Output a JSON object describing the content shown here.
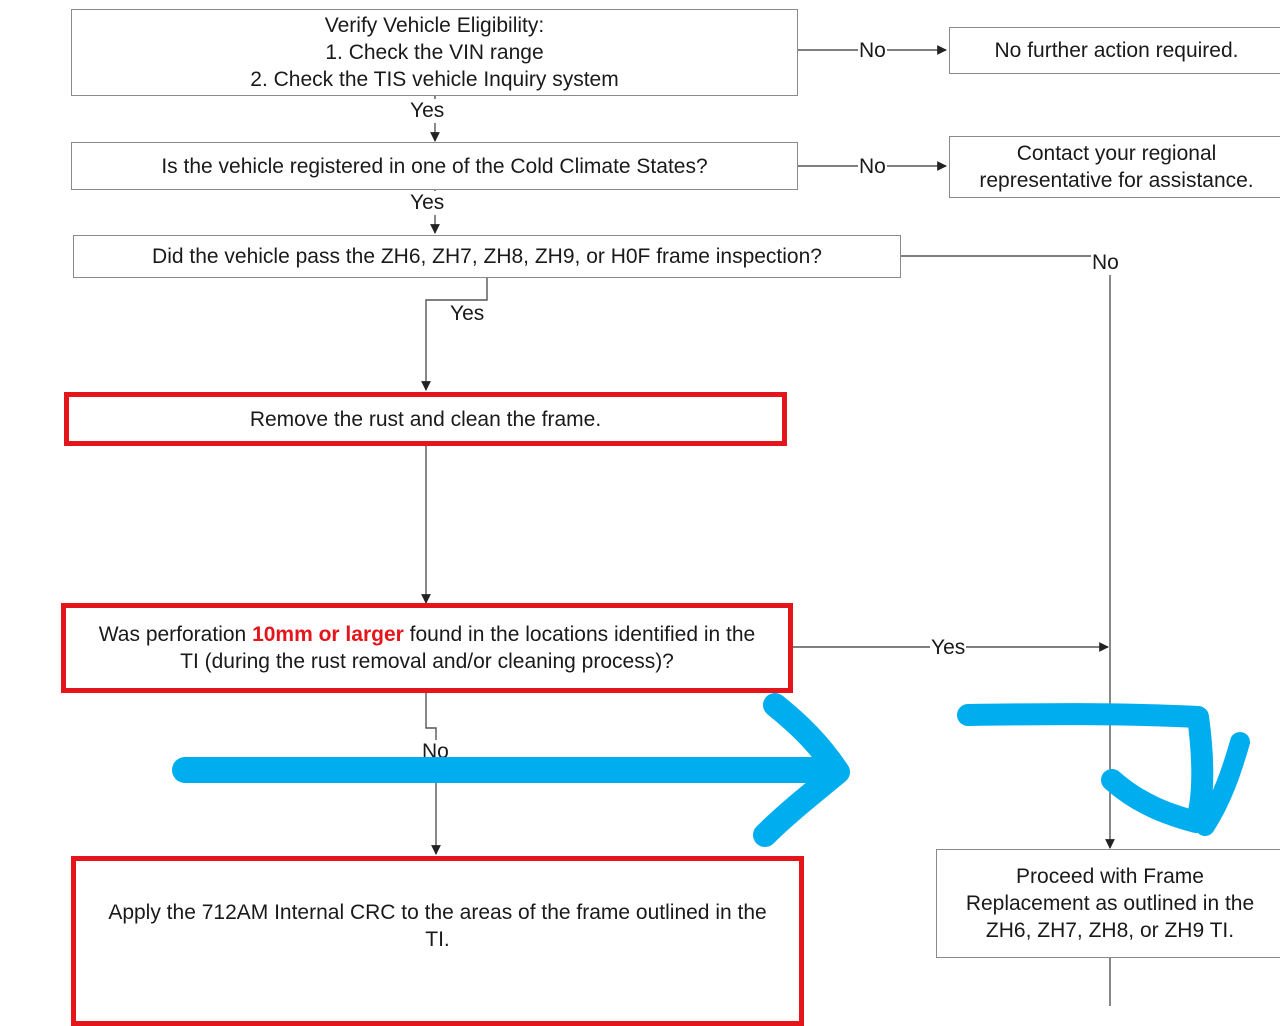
{
  "nodes": {
    "verify": {
      "lines": [
        "Verify Vehicle Eligibility:",
        "1. Check the VIN range",
        "2. Check the TIS vehicle Inquiry system"
      ]
    },
    "no_action": {
      "lines": [
        "No further action required."
      ]
    },
    "cold_climate": {
      "lines": [
        "Is the vehicle registered in one of the Cold Climate States?"
      ]
    },
    "contact_rep": {
      "lines": [
        "Contact your regional",
        "representative for assistance."
      ]
    },
    "frame_inspection": {
      "lines": [
        "Did the vehicle pass the ZH6, ZH7, ZH8, ZH9, or H0F frame inspection?"
      ]
    },
    "remove_rust": {
      "lines": [
        "Remove the rust and clean the frame."
      ]
    },
    "perforation": {
      "line1_before": "Was perforation ",
      "line1_highlight": "10mm or larger",
      "line1_after": " found in the locations identified in the",
      "line2": "TI (during the rust removal and/or cleaning process)?"
    },
    "apply_crc": {
      "lines": [
        "Apply the 712AM Internal CRC to the areas of the frame outlined in the",
        "TI."
      ]
    },
    "frame_replacement": {
      "lines": [
        "Proceed with Frame",
        "Replacement as outlined in the",
        "ZH6, ZH7, ZH8, or ZH9 TI."
      ]
    }
  },
  "edge_labels": {
    "verify_no": "No",
    "verify_yes": "Yes",
    "cold_no": "No",
    "cold_yes": "Yes",
    "inspection_no": "No",
    "inspection_yes": "Yes",
    "perforation_yes": "Yes",
    "perforation_no": "No"
  },
  "colors": {
    "box_border": "#8a8a8a",
    "highlight_border": "#e4151b",
    "connector": "#333333",
    "annotation_marker": "#00aeef"
  }
}
